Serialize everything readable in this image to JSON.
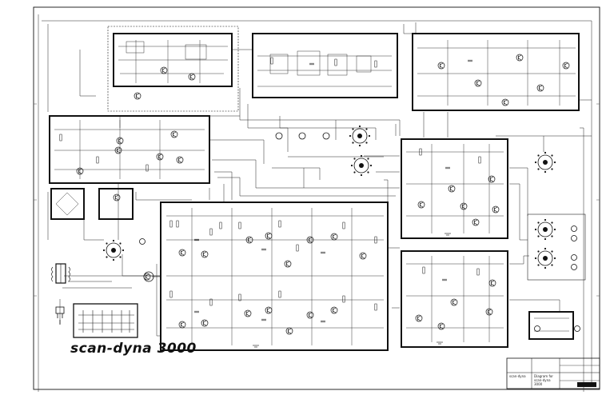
{
  "brand": {
    "title": "scan-dyna 3000"
  },
  "notes": {
    "left": "",
    "right": ""
  },
  "title_block": {
    "logo": "scan-dyna",
    "drawing_title": "Diagram for scan-dyna 3000",
    "drawing_number": ""
  },
  "colors": {
    "ink": "#111111",
    "paper": "#ffffff",
    "grid": "#555555"
  },
  "icons": [
    "transistor-symbol",
    "rotary-switch-symbol",
    "transformer-symbol",
    "meter-symbol",
    "ground-symbol"
  ]
}
